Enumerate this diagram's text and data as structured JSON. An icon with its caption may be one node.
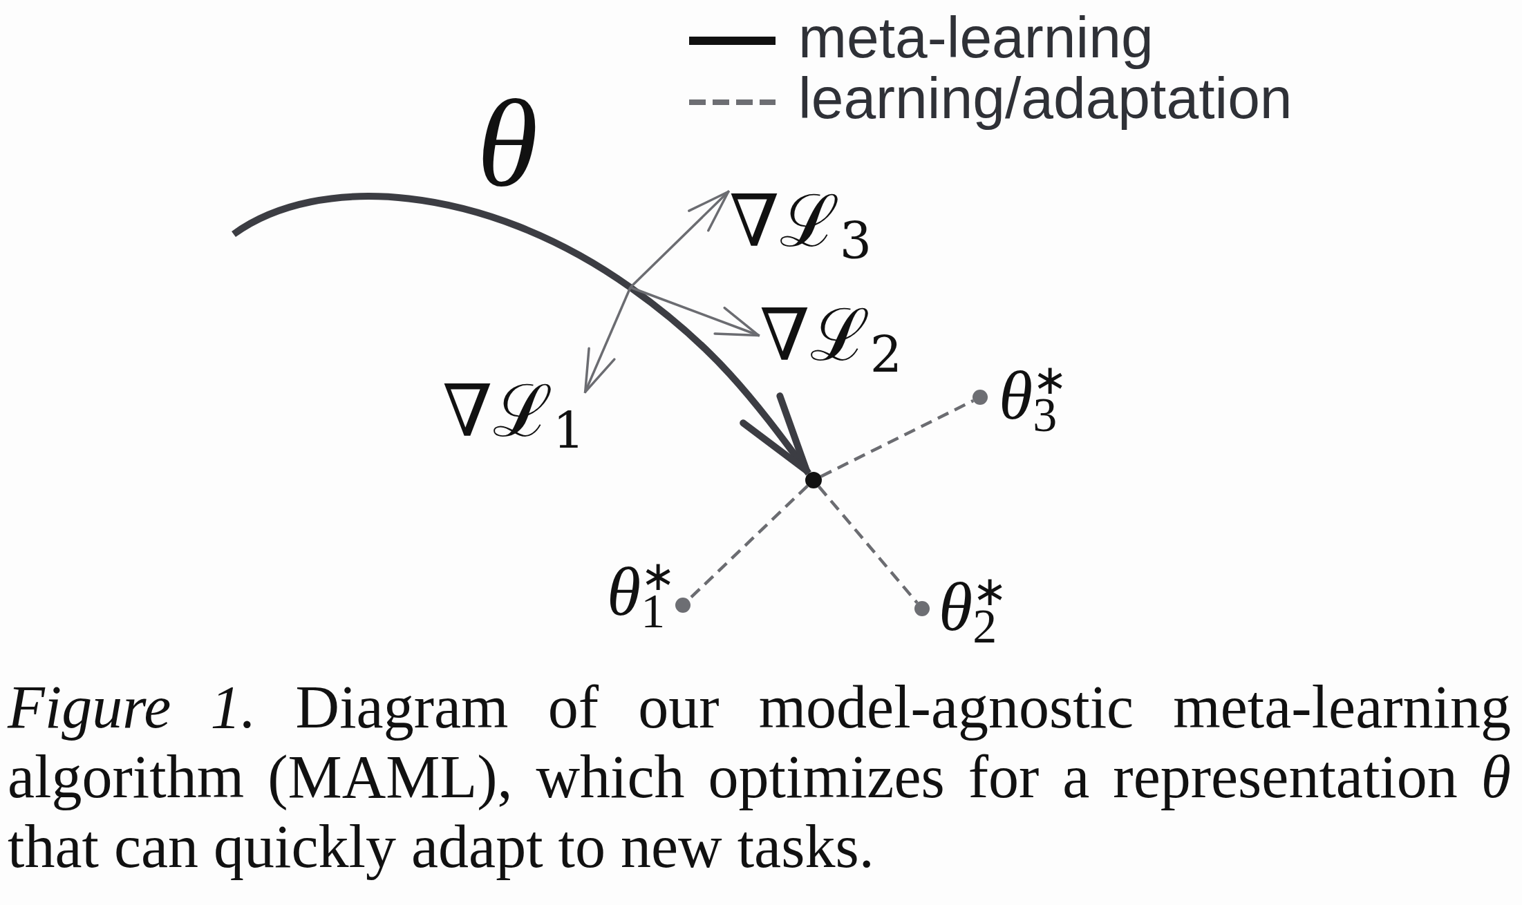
{
  "diagram": {
    "nodes": [
      {
        "text": [
          "∇ℒ$_{3}$"
        ]
      },
      {
        "text": [
          "∇ℒ$_{2}$"
        ]
      },
      {
        "text": [],
        "shape": "circle",
        "beside": [
          "*θ*$^{∗}$$_{3}$"
        ]
      },
      {
        "text": [
          "∇ℒ$_{1}$"
        ]
      },
      {
        "text": [],
        "shape": "circle"
      },
      {
        "text": [],
        "shape": "circle",
        "beside": [
          "*θ*$^{∗}$$_{1}$"
        ]
      },
      {
        "text": [],
        "shape": "circle",
        "beside": [
          "*θ*$^{∗}$$_{2}$"
        ]
      }
    ],
    "edges": [
      {
        "from": null,
        "to": 4,
        "arrow": "to",
        "label": "θ",
        "style": "thick",
        "color": "#3c3d43"
      },
      {
        "from": null,
        "to": 3,
        "arrow": "to"
      },
      {
        "from": null,
        "to": 1,
        "arrow": "to"
      },
      {
        "from": null,
        "to": 0,
        "arrow": "to"
      },
      {
        "from": 4,
        "to": 5,
        "arrow": "none",
        "style": "dashed"
      },
      {
        "from": 4,
        "to": 6,
        "arrow": "none",
        "style": "dashed"
      },
      {
        "from": 4,
        "to": 2,
        "arrow": "none",
        "style": "dashed"
      }
    ],
    "legend": [
      {
        "text": "meta-learning"
      },
      {
        "text": "learning/adaptation"
      }
    ],
    "caption": "*Figure 1.* Diagram of our model-agnostic meta-learning algorithm (MAML), which optimizes for a representation *θ* that can quickly adapt to new tasks."
  }
}
